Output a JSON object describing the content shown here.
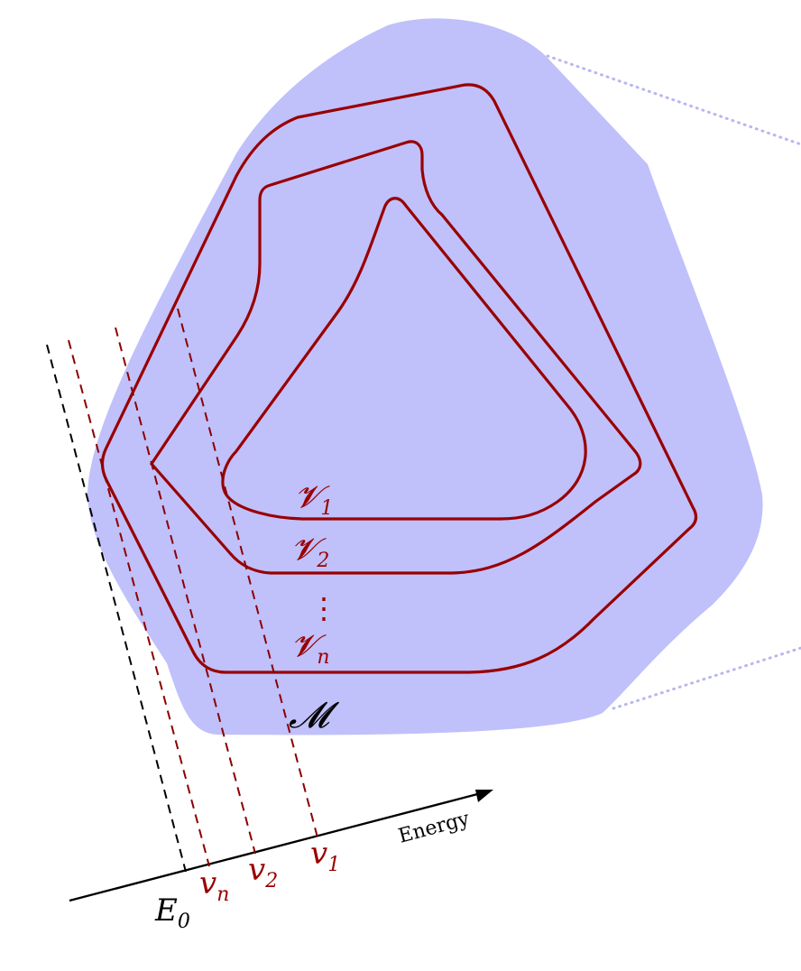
{
  "colors": {
    "manifold_fill": "#c0c0fb",
    "dotted_edge": "#b7b7f0",
    "level_set": "#990000",
    "dash_red": "#8b0000",
    "dash_black": "#000000",
    "axis": "#000000"
  },
  "labels": {
    "manifold": "𝓜",
    "level_sets": [
      {
        "base": "𝓥",
        "sub": "1"
      },
      {
        "base": "𝓥",
        "sub": "2"
      },
      {
        "base": "𝓥",
        "sub": "n"
      }
    ],
    "ellipsis": "⋮",
    "axis_title": "Energy",
    "ticks": [
      {
        "base": "E",
        "sub": "0"
      },
      {
        "base": "v",
        "sub": "n"
      },
      {
        "base": "v",
        "sub": "2"
      },
      {
        "base": "v",
        "sub": "1"
      }
    ]
  }
}
